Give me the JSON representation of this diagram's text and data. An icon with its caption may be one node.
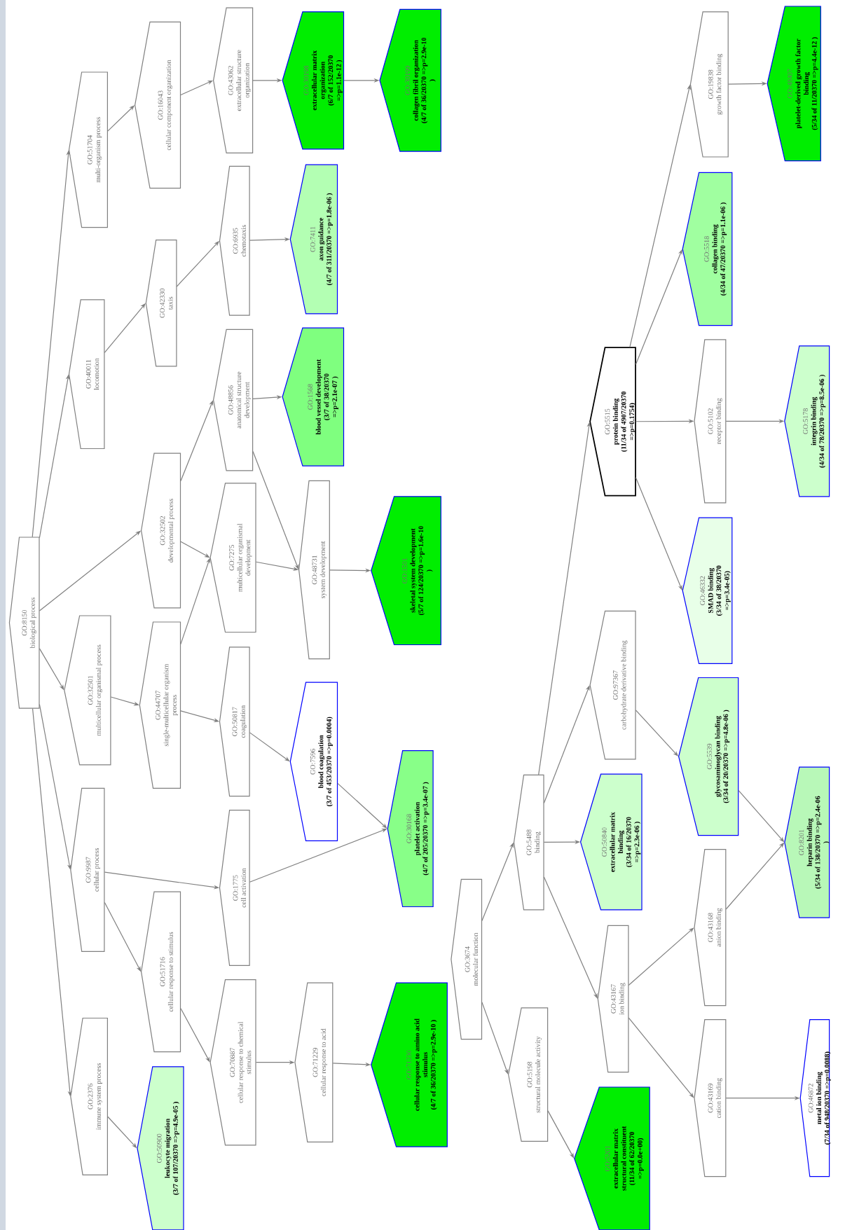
{
  "diagram": {
    "nodes": [
      {
        "text": [
          "GO:8150",
          "biological process"
        ]
      },
      {
        "text": [
          "GO:51704",
          "multi-organism process"
        ]
      },
      {
        "text": [
          "GO:40011",
          "locomotion"
        ]
      },
      {
        "text": [
          "GO:32501",
          "multicellular organismal process"
        ]
      },
      {
        "text": [
          "GO:9987",
          "cellular process"
        ]
      },
      {
        "text": [
          "GO:2376",
          "immune system process"
        ]
      },
      {
        "text": [
          "GO:16043",
          "cellular component organization"
        ]
      },
      {
        "text": [
          "GO:42330",
          "taxis"
        ]
      },
      {
        "text": [
          "GO:32502",
          "developmental process"
        ]
      },
      {
        "text": [
          "GO:44707",
          "single-multicellular organism process"
        ]
      },
      {
        "text": [
          "GO:51716",
          "cellular response to stimulus"
        ]
      },
      {
        "text": [
          "GO:50900",
          "leukocyte migration",
          "(3/7 of 107/20370 =>p=4.9e-05 )"
        ]
      },
      {
        "text": [
          "GO:43062",
          "extracellular structure organization"
        ]
      },
      {
        "text": [
          "GO:6935",
          "chemotaxis"
        ]
      },
      {
        "text": [
          "GO:48856",
          "anatomical structure development"
        ]
      },
      {
        "text": [
          "GO:7275",
          "multicellular organismal development"
        ]
      },
      {
        "text": [
          "GO:50817",
          "coagulation"
        ]
      },
      {
        "text": [
          "GO:1775",
          "cell activation"
        ]
      },
      {
        "text": [
          "GO:70887",
          "cellular response to chemical stimulus"
        ]
      },
      {
        "text": [
          "GO:30198",
          "extracellular matrix organization",
          "(6/7 of 152/20370 =>p=1.1e-12 )"
        ]
      },
      {
        "text": [
          "GO:7411",
          "axon guidance",
          "(4/7 of 311/20370 =>p=1.8e-06 )"
        ]
      },
      {
        "text": [
          "GO:1568",
          "blood vessel development",
          "(3/7 of 38/20370 =>p=2.1e-07 )"
        ]
      },
      {
        "text": [
          "GO:48731",
          "system development"
        ]
      },
      {
        "text": [
          "GO:7596",
          "blood coagulation",
          "(3/7 of 453/20370 =>p=0.0004)"
        ]
      },
      {
        "text": [
          "GO:71229",
          "cellular response to acid"
        ]
      },
      {
        "text": [
          "GO:30199",
          "collagen fibril organization",
          "(4/7 of 36/20370 =>p=2.9e-10 )"
        ]
      },
      {
        "text": [
          "GO:1501",
          "skeletal system development",
          "(5/7 of 124/20370 =>p=1.6e-10 )"
        ]
      },
      {
        "text": [
          "GO:30168",
          "platelet activation",
          "(4/7 of 205/20370 =>p=3.4e-07 )"
        ]
      },
      {
        "text": [
          "GO:71230",
          "cellular response to amino acid stimulus",
          "(4/7 of 36/20370 =>p=2.9e-10 )"
        ]
      },
      {
        "text": [
          "GO:3674",
          "molecular function"
        ]
      },
      {
        "text": [
          "GO:5488",
          "binding"
        ]
      },
      {
        "text": [
          "GO:5198",
          "structural molecule activity"
        ]
      },
      {
        "text": [
          "GO:5515",
          "protein binding",
          "(11/34 of 4907/20370 =>p=0.1754)"
        ]
      },
      {
        "text": [
          "GO:97367",
          "carbohydrate derivative binding"
        ]
      },
      {
        "text": [
          "GO:50840",
          "extracellular matrix binding",
          "(3/34 of 16/20370 =>p=2.3e-06 )"
        ]
      },
      {
        "text": [
          "GO:43167",
          "ion binding"
        ]
      },
      {
        "text": [
          "GO:5201",
          "extracellular matrix structural constituent",
          "(11/34 of 62/20370 =>p=0.0e+00)"
        ]
      },
      {
        "text": [
          "GO:19838",
          "growth factor binding"
        ]
      },
      {
        "text": [
          "GO:5518",
          "collagen binding",
          "(4/34 of 47/20370 =>p=1.1e-06 )"
        ]
      },
      {
        "text": [
          "GO:5102",
          "receptor binding"
        ]
      },
      {
        "text": [
          "GO:46332",
          "SMAD binding",
          "(3/34 of 38/20370 =>p=3.4e-05)"
        ]
      },
      {
        "text": [
          "GO:5539",
          "glycosaminoglycan binding",
          "(3/34 of 20/20370 =>p=4.8e-06 )"
        ]
      },
      {
        "text": [
          "GO:43168",
          "anion binding"
        ]
      },
      {
        "text": [
          "GO:43169",
          "cation binding"
        ]
      },
      {
        "text": [
          "GO:48407",
          "platelet-derived growth factor binding",
          "(5/34 of 11/20370 =>p=4.4e-12 )"
        ]
      },
      {
        "text": [
          "GO:5178",
          "integrin binding",
          "(4/34 of 78/20370 =>p=8.5e-06 )"
        ]
      },
      {
        "text": [
          "GO:8201",
          "heparin binding",
          "(5/34 of 138/20370 =>p=2.4e-06 )"
        ]
      },
      {
        "text": [
          "GO:46872",
          "metal ion binding",
          "(7/34 of 948/20370 =>p=0.0088)"
        ]
      }
    ],
    "edges": [
      {
        "from": 0,
        "to": 1,
        "arrow": "to"
      },
      {
        "from": 0,
        "to": 2,
        "arrow": "to"
      },
      {
        "from": 0,
        "to": 8,
        "arrow": "to"
      },
      {
        "from": 0,
        "to": 3,
        "arrow": "to"
      },
      {
        "from": 0,
        "to": 4,
        "arrow": "to"
      },
      {
        "from": 0,
        "to": 5,
        "arrow": "to"
      },
      {
        "from": 1,
        "to": 6,
        "arrow": "to"
      },
      {
        "from": 6,
        "to": 12,
        "arrow": "to"
      },
      {
        "from": 12,
        "to": 19,
        "arrow": "to"
      },
      {
        "from": 19,
        "to": 25,
        "arrow": "to"
      },
      {
        "from": 2,
        "to": 7,
        "arrow": "to"
      },
      {
        "from": 7,
        "to": 13,
        "arrow": "to"
      },
      {
        "from": 13,
        "to": 20,
        "arrow": "to"
      },
      {
        "from": 8,
        "to": 14,
        "arrow": "to"
      },
      {
        "from": 8,
        "to": 15,
        "arrow": "to"
      },
      {
        "from": 3,
        "to": 9,
        "arrow": "to"
      },
      {
        "from": 9,
        "to": 15,
        "arrow": "to"
      },
      {
        "from": 9,
        "to": 16,
        "arrow": "to"
      },
      {
        "from": 14,
        "to": 21,
        "arrow": "to"
      },
      {
        "from": 14,
        "to": 22,
        "arrow": "to"
      },
      {
        "from": 15,
        "to": 22,
        "arrow": "to"
      },
      {
        "from": 22,
        "to": 26,
        "arrow": "to"
      },
      {
        "from": 16,
        "to": 23,
        "arrow": "to"
      },
      {
        "from": 23,
        "to": 27,
        "arrow": "to"
      },
      {
        "from": 17,
        "to": 27,
        "arrow": "to"
      },
      {
        "from": 4,
        "to": 17,
        "arrow": "to"
      },
      {
        "from": 4,
        "to": 10,
        "arrow": "to"
      },
      {
        "from": 10,
        "to": 18,
        "arrow": "to"
      },
      {
        "from": 18,
        "to": 24,
        "arrow": "to"
      },
      {
        "from": 24,
        "to": 28,
        "arrow": "to"
      },
      {
        "from": 5,
        "to": 11,
        "arrow": "to"
      },
      {
        "from": 29,
        "to": 30,
        "arrow": "to"
      },
      {
        "from": 29,
        "to": 31,
        "arrow": "to"
      },
      {
        "from": 31,
        "to": 36,
        "arrow": "to"
      },
      {
        "from": 30,
        "to": 32,
        "arrow": "to"
      },
      {
        "from": 30,
        "to": 33,
        "arrow": "to"
      },
      {
        "from": 30,
        "to": 34,
        "arrow": "to"
      },
      {
        "from": 30,
        "to": 35,
        "arrow": "to"
      },
      {
        "from": 32,
        "to": 37,
        "arrow": "to"
      },
      {
        "from": 37,
        "to": 44,
        "arrow": "to"
      },
      {
        "from": 32,
        "to": 38,
        "arrow": "to"
      },
      {
        "from": 32,
        "to": 39,
        "arrow": "to"
      },
      {
        "from": 39,
        "to": 45,
        "arrow": "to"
      },
      {
        "from": 32,
        "to": 40,
        "arrow": "to"
      },
      {
        "from": 33,
        "to": 41,
        "arrow": "to"
      },
      {
        "from": 41,
        "to": 46,
        "arrow": "to"
      },
      {
        "from": 35,
        "to": 42,
        "arrow": "to"
      },
      {
        "from": 42,
        "to": 46,
        "arrow": "to"
      },
      {
        "from": 35,
        "to": 43,
        "arrow": "to"
      },
      {
        "from": 43,
        "to": 47,
        "arrow": "to"
      }
    ]
  }
}
